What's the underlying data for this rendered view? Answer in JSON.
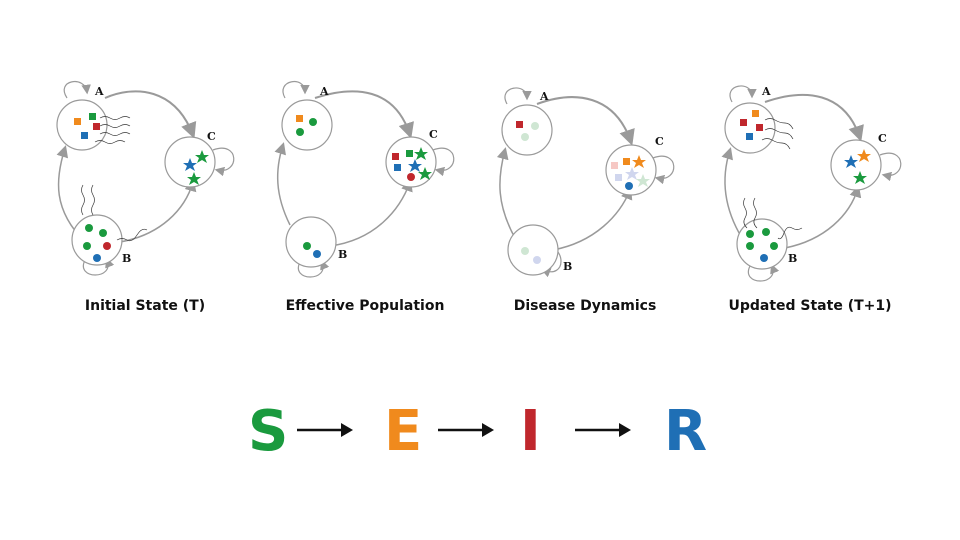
{
  "panels": [
    {
      "caption": "Initial State (T)"
    },
    {
      "caption": "Effective Population"
    },
    {
      "caption": "Disease Dynamics"
    },
    {
      "caption": "Updated State (T+1)"
    }
  ],
  "nodes": {
    "a": "A",
    "b": "B",
    "c": "C"
  },
  "seir": [
    {
      "letter": "S",
      "color": "#1a9a3e"
    },
    {
      "letter": "E",
      "color": "#f08a1d"
    },
    {
      "letter": "I",
      "color": "#c0272d"
    },
    {
      "letter": "R",
      "color": "#1f6fb5"
    }
  ],
  "colors": {
    "susceptible": "#1a9a3e",
    "exposed": "#f08a1d",
    "infected": "#c0272d",
    "recovered": "#1f6fb5",
    "edge": "#9a9a9a"
  }
}
